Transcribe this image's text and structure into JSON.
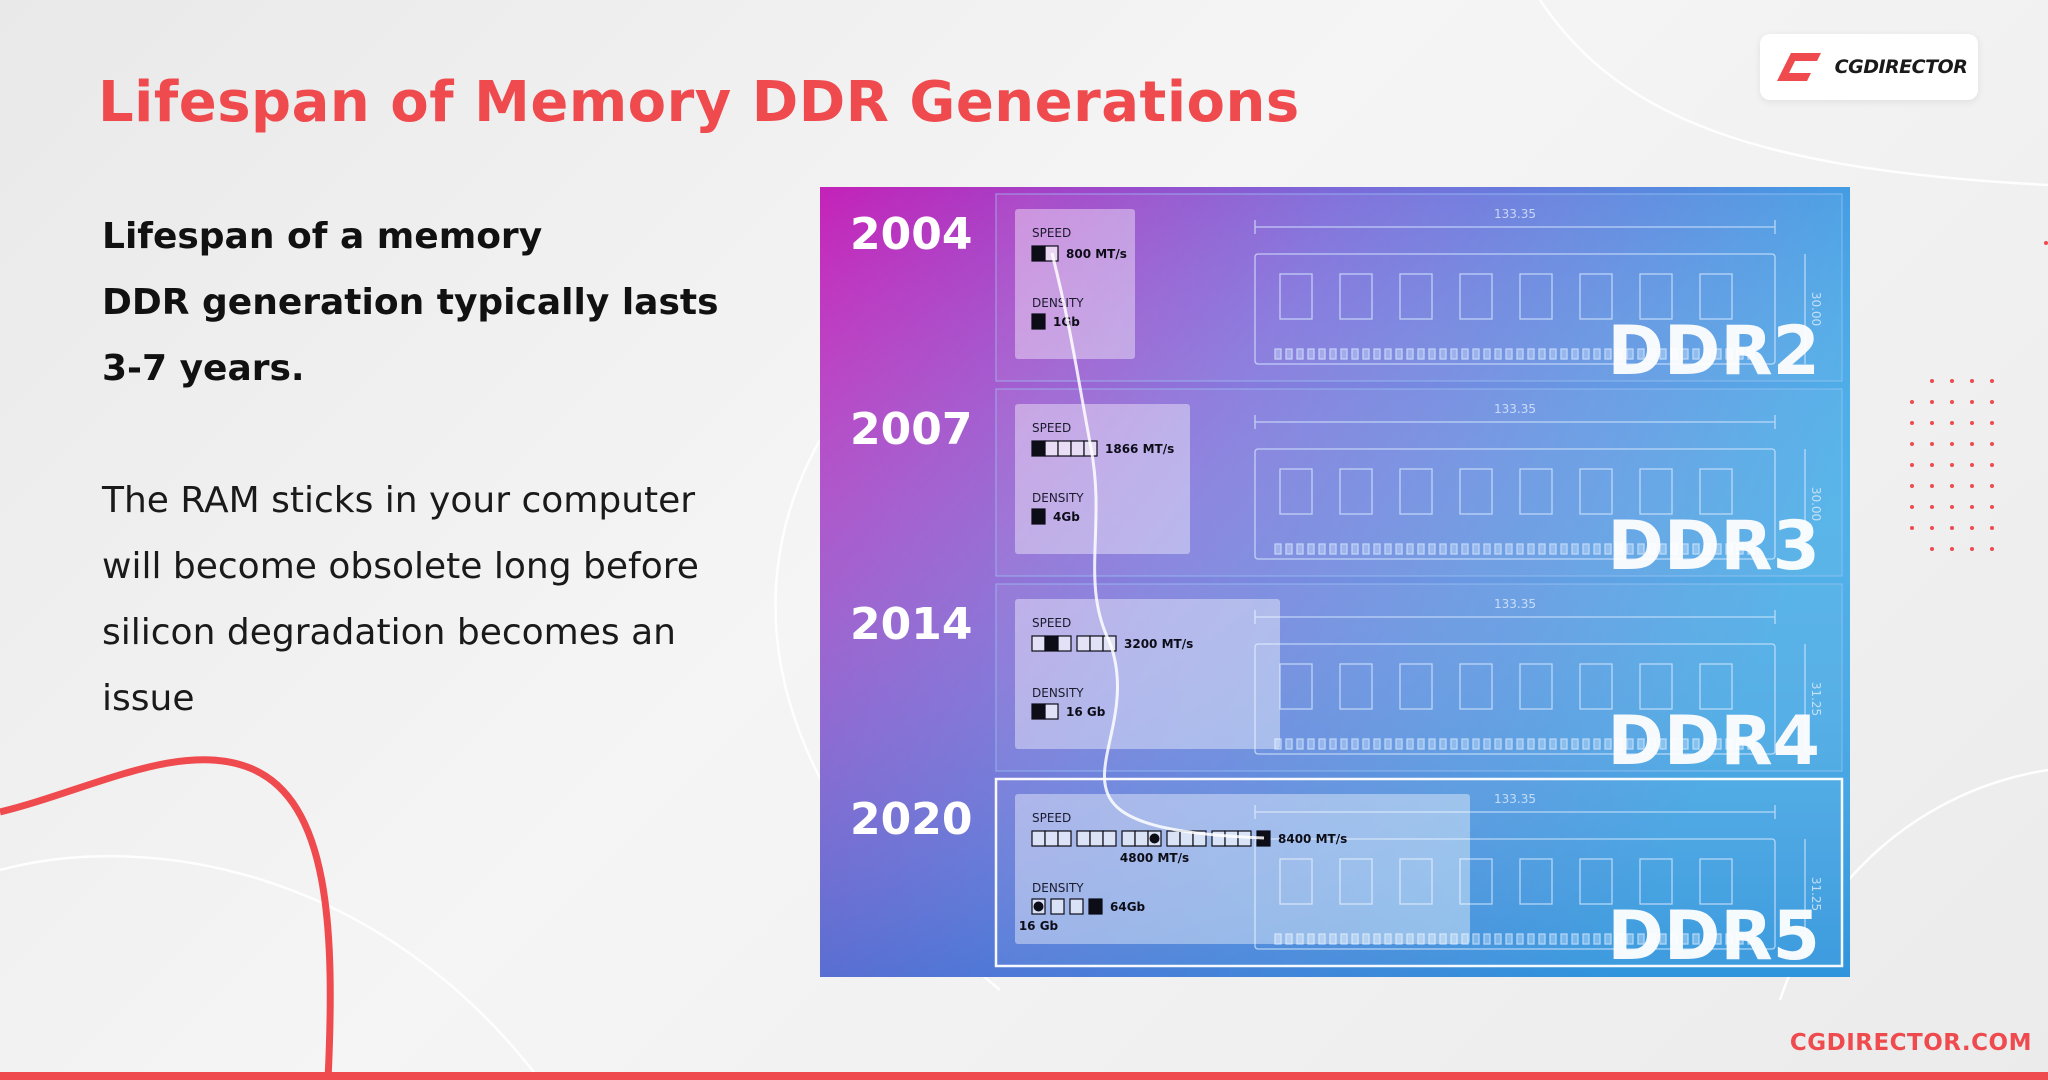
{
  "slide": {
    "title": "Lifespan of Memory DDR Generations",
    "lead_lines": [
      "Lifespan of a memory",
      "DDR generation typically lasts",
      "3-7 years."
    ],
    "body_lines": [
      "The RAM sticks in your computer",
      "will become obsolete long before",
      "silicon degradation becomes an",
      "issue"
    ],
    "footer_url": "CGDIRECTOR.COM"
  },
  "logo": {
    "text": "CGDIRECTOR",
    "icon": "cgdirector-logo-icon"
  },
  "colors": {
    "accent": "#ef4b4f",
    "panel_top_left": "#c422b8",
    "panel_mid": "#7b5bd6",
    "panel_right": "#36a9e6",
    "panel_bottom": "#2b83d4"
  },
  "labels": {
    "speed": "SPEED",
    "density": "DENSITY"
  },
  "generations": [
    {
      "year": "2004",
      "name": "DDR2",
      "dimm_width": "133.35",
      "dimm_height": "30.00",
      "speed": {
        "label": "800 MT/s",
        "fraction": 0.095
      },
      "density": {
        "label": "1Gb",
        "fraction": 0.015
      },
      "highlighted": false
    },
    {
      "year": "2007",
      "name": "DDR3",
      "dimm_width": "133.35",
      "dimm_height": "30.00",
      "speed": {
        "label": "1866 MT/s",
        "fraction": 0.222
      },
      "density": {
        "label": "4Gb",
        "fraction": 0.0625
      },
      "highlighted": false
    },
    {
      "year": "2014",
      "name": "DDR4",
      "dimm_width": "133.35",
      "dimm_height": "31.25",
      "speed": {
        "label": "3200 MT/s",
        "fraction": 0.381
      },
      "density": {
        "label": "16 Gb",
        "fraction": 0.25
      },
      "highlighted": false
    },
    {
      "year": "2020",
      "name": "DDR5",
      "dimm_width": "133.35",
      "dimm_height": "31.25",
      "speed": {
        "label": "8400 MT/s",
        "fraction": 1.0,
        "marker_label": "4800 MT/s",
        "marker_fraction": 0.571
      },
      "density": {
        "label": "64Gb",
        "fraction": 1.0,
        "marker_label": "16 Gb",
        "marker_fraction": 0.25
      },
      "highlighted": true
    }
  ]
}
